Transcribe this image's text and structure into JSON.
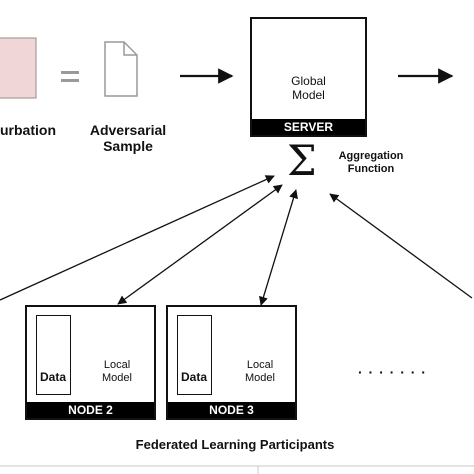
{
  "colors": {
    "brain": "#1f8fd6",
    "perturbation_fill": "#f1d6d8",
    "ink": "#111111"
  },
  "perturbation": {
    "label": "urbation"
  },
  "adversarial": {
    "label_line1": "Adversarial",
    "label_line2": "Sample",
    "icon": "document-icon"
  },
  "server": {
    "model_line1": "Global",
    "model_line2": "Model",
    "bar_label": "SERVER",
    "icon": "brain-circuit-icon"
  },
  "aggregation": {
    "symbol": "Σ",
    "label_line1": "Aggregation",
    "label_line2": "Function"
  },
  "nodes": [
    {
      "data_label": "Data",
      "model_line1": "Local",
      "model_line2": "Model",
      "bar_label": "NODE 2"
    },
    {
      "data_label": "Data",
      "model_line1": "Local",
      "model_line2": "Model",
      "bar_label": "NODE 3"
    }
  ],
  "more_nodes": "· · · · · · ·",
  "participants_label": "Federated Learning Participants"
}
